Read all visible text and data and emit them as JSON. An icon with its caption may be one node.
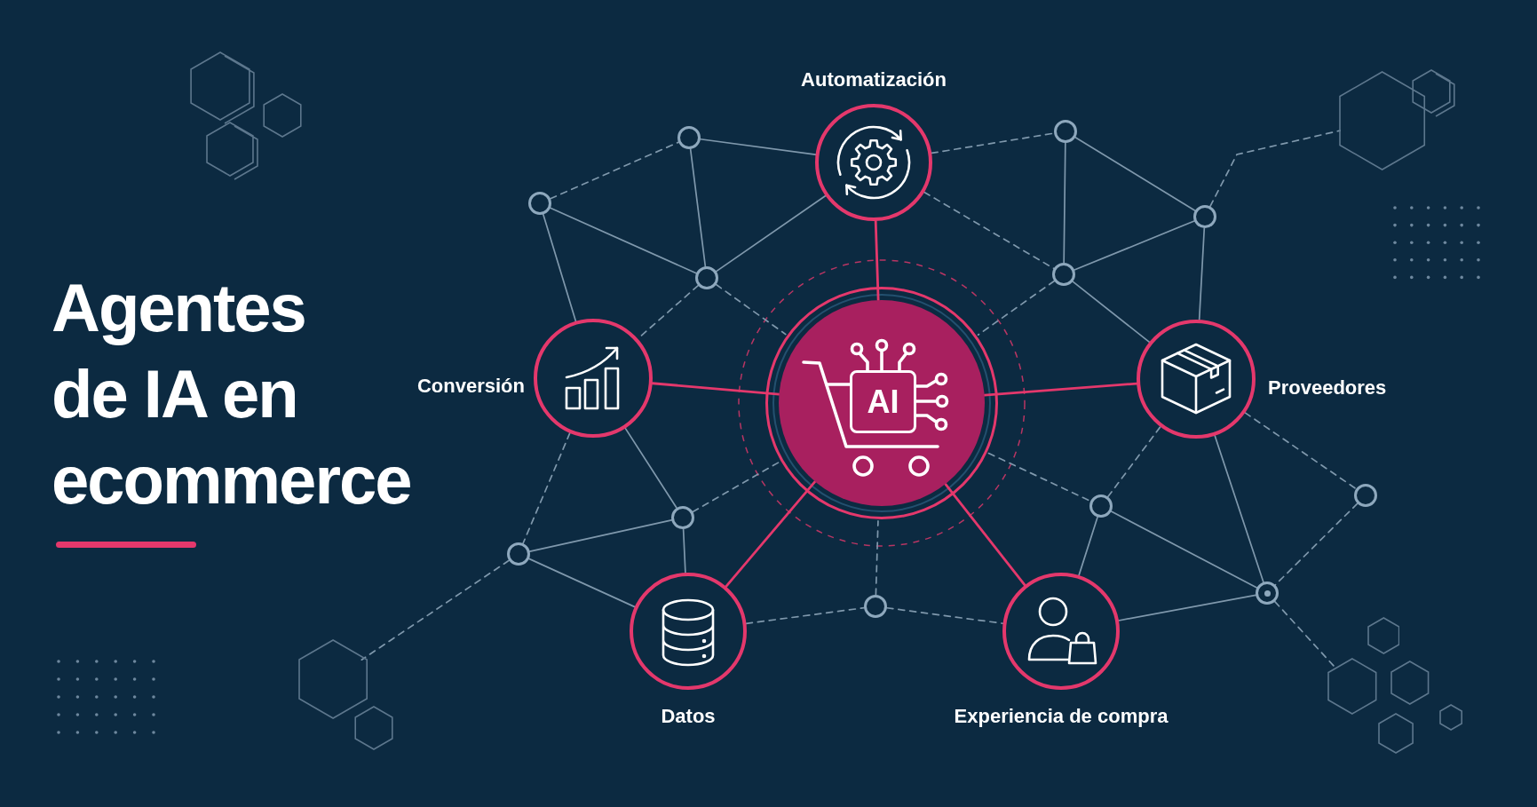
{
  "diagram": {
    "title": "Agentes de IA en ecommerce",
    "nodes": [
      {
        "text": [
          "Automatización"
        ]
      },
      {
        "text": [
          "Conversión"
        ]
      },
      {
        "text": [
          "AI"
        ]
      },
      {
        "text": [
          "Proveedores"
        ]
      },
      {
        "text": [
          "Datos"
        ]
      },
      {
        "text": [
          "Experiencia de compra"
        ]
      },
      {
        "text": [],
        "shape": "circle"
      },
      {
        "text": [],
        "shape": "circle"
      },
      {
        "text": [],
        "shape": "circle"
      },
      {
        "text": [],
        "shape": "circle"
      },
      {
        "text": [],
        "shape": "circle"
      },
      {
        "text": [],
        "shape": "circle"
      },
      {
        "text": [],
        "shape": "circle"
      },
      {
        "text": [],
        "shape": "circle"
      },
      {
        "text": [],
        "shape": "circle"
      },
      {
        "text": [],
        "shape": "circle"
      },
      {
        "text": [],
        "shape": "circle"
      },
      {
        "text": [],
        "shape": "circle"
      },
      {
        "text": [],
        "shape": "hexagon"
      },
      {
        "text": [],
        "shape": "hexagon"
      },
      {
        "text": [],
        "shape": "hexagon"
      },
      {
        "text": [],
        "shape": "hexagon"
      },
      {
        "text": [],
        "shape": "hexagon"
      },
      {
        "text": [],
        "shape": "hexagon"
      },
      {
        "text": [],
        "shape": "hexagon"
      }
    ],
    "edges": [
      {
        "from": 2,
        "to": 0,
        "arrow": "none",
        "color": "#e4386c"
      },
      {
        "from": 2,
        "to": 1,
        "arrow": "none",
        "color": "#e4386c"
      },
      {
        "from": 2,
        "to": 3,
        "arrow": "none",
        "color": "#e4386c"
      },
      {
        "from": 2,
        "to": 4,
        "arrow": "none",
        "color": "#e4386c"
      },
      {
        "from": 2,
        "to": 5,
        "arrow": "none",
        "color": "#e4386c"
      },
      {
        "from": 7,
        "to": 6,
        "arrow": "none",
        "style": "dashed"
      },
      {
        "from": 6,
        "to": 0,
        "arrow": "none"
      },
      {
        "from": 6,
        "to": 8,
        "arrow": "none"
      },
      {
        "from": 7,
        "to": 8,
        "arrow": "none"
      },
      {
        "from": 7,
        "to": 1,
        "arrow": "none"
      },
      {
        "from": 8,
        "to": 0,
        "arrow": "none"
      },
      {
        "from": 8,
        "to": 1,
        "arrow": "none",
        "style": "dashed"
      },
      {
        "from": 8,
        "to": 2,
        "arrow": "none",
        "style": "dashed"
      },
      {
        "from": 0,
        "to": 9,
        "arrow": "none",
        "style": "dashed"
      },
      {
        "from": 0,
        "to": 11,
        "arrow": "none",
        "style": "dashed"
      },
      {
        "from": 9,
        "to": 10,
        "arrow": "none"
      },
      {
        "from": 9,
        "to": 11,
        "arrow": "none"
      },
      {
        "from": 11,
        "to": 10,
        "arrow": "none"
      },
      {
        "from": 10,
        "to": 3,
        "arrow": "none"
      },
      {
        "from": 11,
        "to": 3,
        "arrow": "none"
      },
      {
        "from": 11,
        "to": 2,
        "arrow": "none",
        "style": "dashed"
      },
      {
        "from": 10,
        "to": 18,
        "arrow": "none",
        "style": "dashed"
      },
      {
        "from": 1,
        "to": 12,
        "arrow": "none"
      },
      {
        "from": 1,
        "to": 13,
        "arrow": "none",
        "style": "dashed"
      },
      {
        "from": 12,
        "to": 13,
        "arrow": "none"
      },
      {
        "from": 12,
        "to": 4,
        "arrow": "none"
      },
      {
        "from": 13,
        "to": 4,
        "arrow": "none"
      },
      {
        "from": 13,
        "to": 19,
        "arrow": "none",
        "style": "dashed"
      },
      {
        "from": 12,
        "to": 2,
        "arrow": "none",
        "style": "dashed"
      },
      {
        "from": 4,
        "to": 14,
        "arrow": "none",
        "style": "dashed"
      },
      {
        "from": 14,
        "to": 5,
        "arrow": "none",
        "style": "dashed"
      },
      {
        "from": 14,
        "to": 2,
        "arrow": "none",
        "style": "dashed"
      },
      {
        "from": 2,
        "to": 15,
        "arrow": "none",
        "style": "dashed"
      },
      {
        "from": 15,
        "to": 3,
        "arrow": "none",
        "style": "dashed"
      },
      {
        "from": 15,
        "to": 5,
        "arrow": "none"
      },
      {
        "from": 15,
        "to": 17,
        "arrow": "none"
      },
      {
        "from": 3,
        "to": 17,
        "arrow": "none"
      },
      {
        "from": 3,
        "to": 16,
        "arrow": "none",
        "style": "dashed"
      },
      {
        "from": 16,
        "to": 17,
        "arrow": "none",
        "style": "dashed"
      },
      {
        "from": 5,
        "to": 17,
        "arrow": "none"
      },
      {
        "from": 17,
        "to": 20,
        "arrow": "none",
        "style": "dashed"
      }
    ]
  }
}
